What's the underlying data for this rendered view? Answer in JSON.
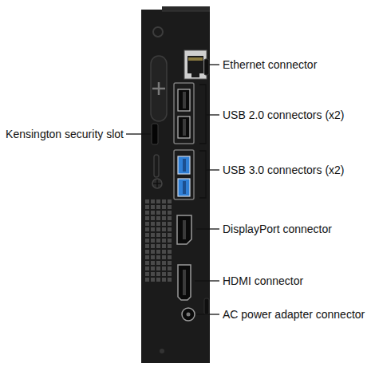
{
  "diagram": {
    "labels": [
      "Ethernet connector",
      "USB 2.0 connectors (x2)",
      "Kensington security slot",
      "USB 3.0 connectors (x2)",
      "DisplayPort connector",
      "HDMI connector",
      "AC power adapter connector"
    ]
  }
}
